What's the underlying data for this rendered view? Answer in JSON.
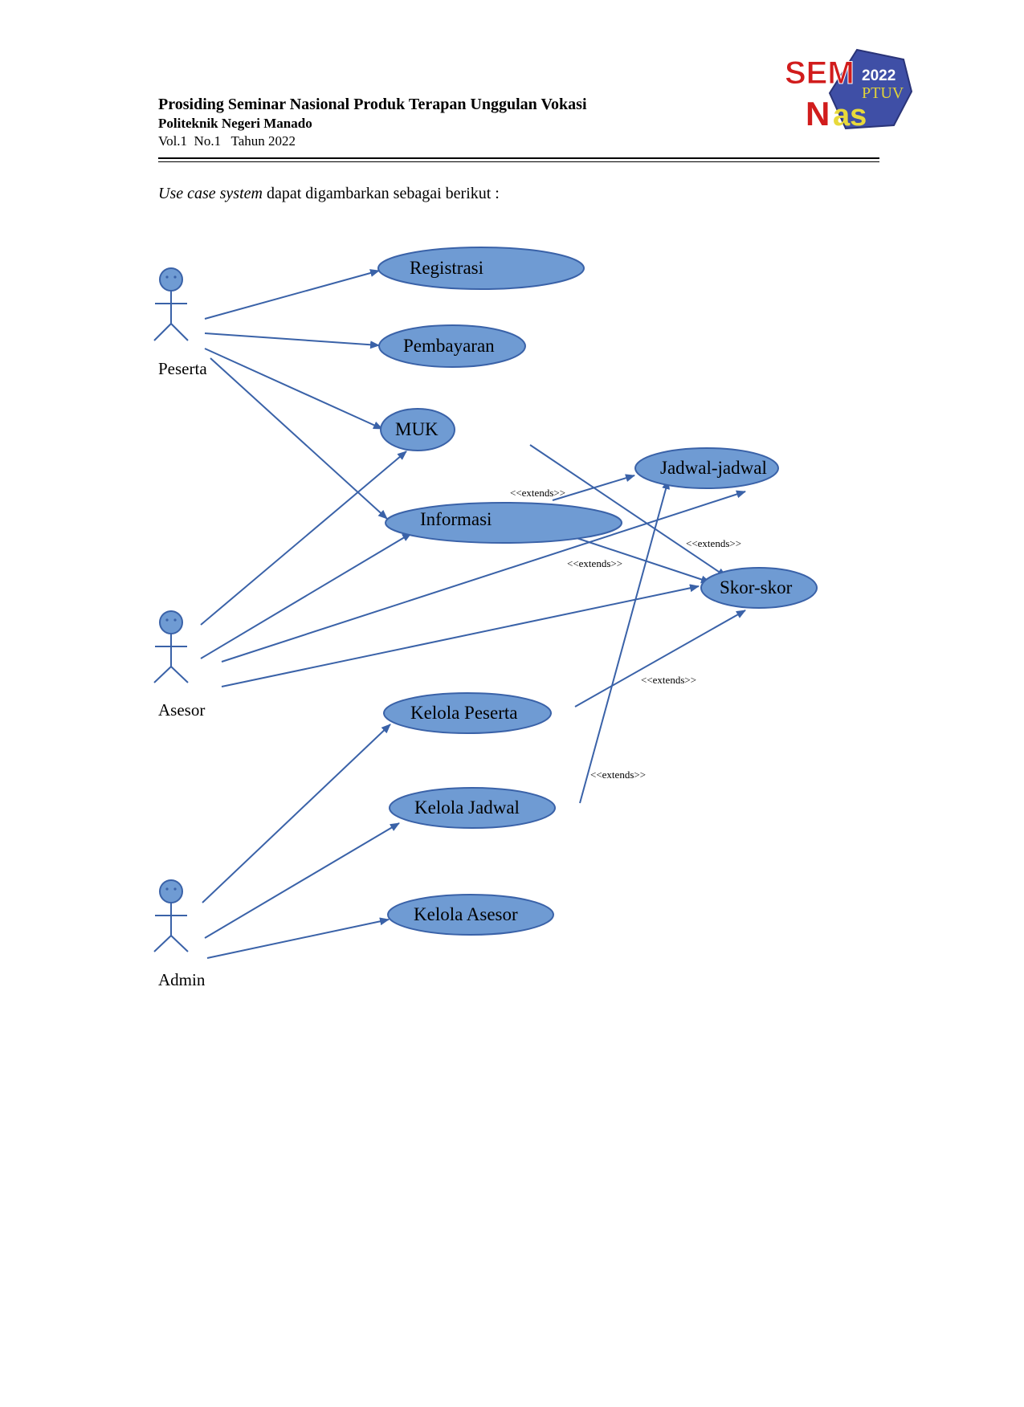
{
  "header": {
    "title": "Prosiding Seminar Nasional Produk Terapan Unggulan Vokasi",
    "institution": "Politeknik Negeri Manado",
    "volume": "Vol.1  No.1   Tahun 2022"
  },
  "logo": {
    "text_sem": "SEM",
    "text_year": "2022",
    "text_ptuv": "PTUV",
    "text_nas_n": "N",
    "text_nas_as": "as"
  },
  "intro": {
    "italic": "Use case system",
    "rest": " dapat digambarkan sebagai berikut :"
  },
  "actors": {
    "peserta": "Peserta",
    "asesor": "Asesor",
    "admin": "Admin"
  },
  "usecases": {
    "registrasi": "Registrasi",
    "pembayaran": "Pembayaran",
    "muk": "MUK",
    "informasi": "Informasi",
    "jadwal": "Jadwal-jadwal",
    "skor": "Skor-skor",
    "kelola_peserta": "Kelola Peserta",
    "kelola_jadwal": "Kelola Jadwal",
    "kelola_asesor": "Kelola Asesor"
  },
  "extends": {
    "e1": "<<extends>>",
    "e2": "<<extends>>",
    "e3": "<<extends>>",
    "e4": "<<extends>>",
    "e5": "<<extends>>"
  },
  "colors": {
    "ellipse_fill": "#6f9bd3",
    "line": "#3a62a8",
    "actor_fill": "#6f9bd3"
  }
}
